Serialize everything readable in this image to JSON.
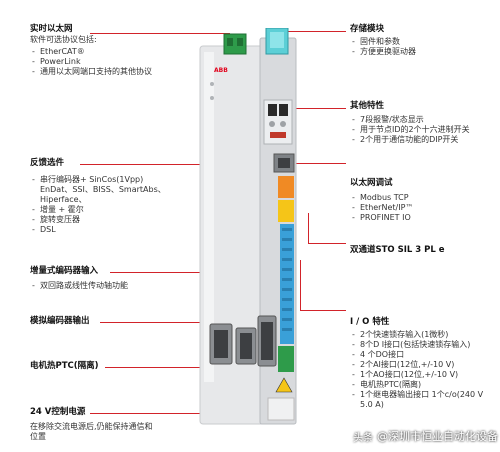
{
  "left": {
    "ethernet": {
      "title": "实时以太网",
      "subtitle": "软件可选协议包括:",
      "items": [
        "EtherCAT®",
        "PowerLink",
        "通用以太网端口支持的其他协议"
      ]
    },
    "feedback": {
      "title": "反馈选件",
      "items": [
        "串行编码器+ SinCos(1Vpp) EnDat、SSI、BISS、SmartAbs、Hiperface、",
        "增量 + 霍尔",
        "旋转变压器",
        "DSL"
      ]
    },
    "incremental": {
      "title": "增量式编码器输入",
      "items": [
        "双回路或线性传动轴功能"
      ]
    },
    "analog_out": {
      "title": "模拟编码器输出"
    },
    "ptc": {
      "title": "电机热PTC(隔离)"
    },
    "control_power": {
      "title": "24 V控制电源",
      "subtitle": "在移除交流电源后,仍能保持通信和位置"
    }
  },
  "right": {
    "storage": {
      "title": "存储模块",
      "items": [
        "固件和参数",
        "方便更换驱动器"
      ]
    },
    "other": {
      "title": "其他特性",
      "items": [
        "7段报警/状态显示",
        "用于节点ID的2个十六进制开关",
        "2个用于通信功能的DIP开关"
      ]
    },
    "eth_debug": {
      "title": "以太网调试",
      "items": [
        "Modbus TCP",
        "EtherNet/IP™",
        "PROFINET IO"
      ]
    },
    "sto": {
      "title": "双通道STO SIL 3 PL e"
    },
    "io": {
      "title": "I / O 特性",
      "items": [
        "2个快速锁存输入(1微秒)",
        "8个D I接口(包括快速锁存输入)",
        "4 个DO接口",
        "2个AI接口(12位,+/-10 V)",
        "1个AO接口(12位,+/-10 V)",
        "电机热PTC(隔离)",
        "1个继电器输出接口 1个c/o(240 V 5.0 A)"
      ]
    }
  },
  "device": {
    "brand": "ABB"
  },
  "watermark": {
    "source": "头条",
    "handle": "@深圳市恒业自动化设备"
  },
  "colors": {
    "accent": "#d2232a",
    "terminal_orange": "#f08a24",
    "terminal_yellow": "#f5c518",
    "terminal_blue": "#3aa0d8",
    "storage_cyan": "#5ccfd6",
    "connector_green": "#2e9b4a"
  }
}
